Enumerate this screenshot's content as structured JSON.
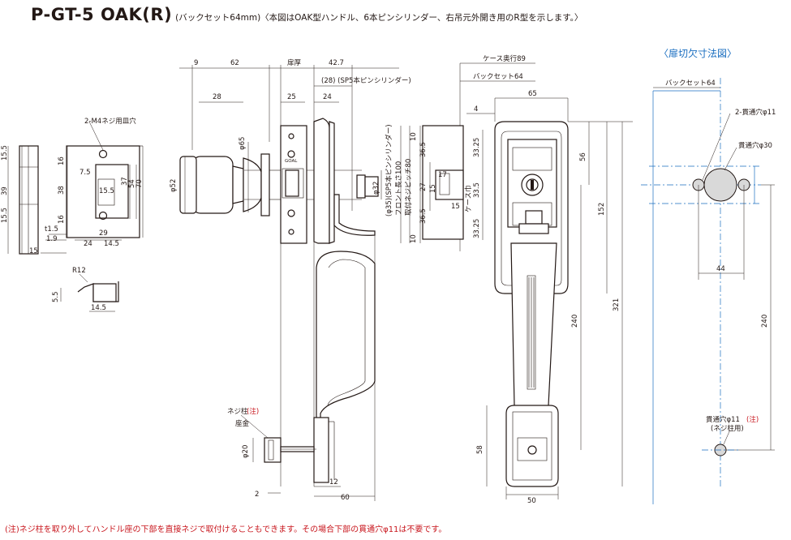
{
  "title": {
    "model": "P-GT-5 OAK(R)",
    "note": "(バックセット64mm)〈本図はOAK型ハンドル、6本ピンシリンダー、右吊元外開き用のR型を示します。〉"
  },
  "footnote": "(注)ネジ柱を取り外してハンドル座の下部を直接ネジで取付けることもできます。その場合下部の貫通穴φ11は不要です。",
  "strike_view": {
    "label_m4": "2-M4ネジ用皿穴",
    "dims": {
      "h15_5_top": "15.5",
      "h39": "39",
      "h15_5_bot": "15.5",
      "h16_top": "16",
      "h38": "38",
      "h16_bot": "16",
      "d7_5": "7.5",
      "d15_5": "15.5",
      "d37": "37",
      "d54": "54",
      "d70": "70",
      "t1_5": "t1.5",
      "d1_9": "1.9",
      "d29": "29",
      "d24": "24",
      "d14_5": "14.5",
      "d15": "15",
      "r12": "R12",
      "d5_5": "5.5",
      "d14_5_b": "14.5"
    }
  },
  "side_view": {
    "dims": {
      "d9": "9",
      "d62": "62",
      "door_thickness": "扉厚",
      "d42_7": "42.7",
      "d28_sp5": "(28) (SP5本ピンシリンダー)",
      "d28": "28",
      "d25": "25",
      "d24": "24",
      "phi65": "φ65",
      "phi52": "φ52",
      "phi32": "φ32",
      "phi35": "(φ35)(SP5本ピンシリンダー)",
      "front_len": "フロント長さ100",
      "screw_pitch": "取付ネジピッチ80",
      "neji_label": "ネジ柱",
      "neji_note": "(注)",
      "zagane": "座金",
      "phi20": "φ20",
      "d12": "12",
      "d2": "2",
      "d60": "60",
      "stamp": "GOAL"
    }
  },
  "front_view": {
    "dims": {
      "case_depth": "ケース奥行89",
      "backset": "バックセット64",
      "d65": "65",
      "d4": "4",
      "d10_top": "10",
      "d36_5_top": "36.5",
      "d27": "27",
      "d36_5_bot": "36.5",
      "d10_bot": "10",
      "d17": "17",
      "d15a": "15",
      "d15b": "15",
      "d33_25_top": "33.25",
      "d33_5": "33.5",
      "d33_25_bot": "33.25",
      "case_width": "ケース巾",
      "d56": "56",
      "d152": "152",
      "d240": "240",
      "d321": "321",
      "d58": "58",
      "d50": "50"
    }
  },
  "cutout_view": {
    "title": "〈扉切欠寸法図〉",
    "backset": "バックセット64",
    "hole_2x": "2-貫通穴φ11",
    "hole_30": "貫通穴φ30",
    "d44": "44",
    "d240": "240",
    "hole_11": "貫通穴φ11",
    "hole_11_note": "(注)",
    "hole_11_sub": "(ネジ柱用)"
  }
}
